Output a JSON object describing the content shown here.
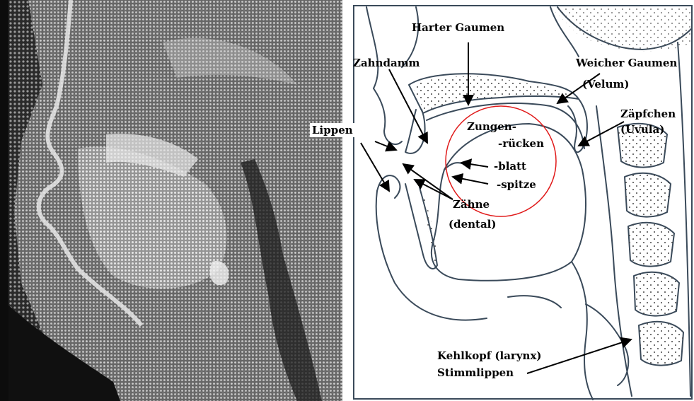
{
  "labels": {
    "harter_gaumen": "Harter Gaumen",
    "zahndamm": "Zahndamm",
    "weicher_gaumen": "Weicher Gaumen",
    "velum": "(Velum)",
    "zaepfchen": "Zäpfchen",
    "uvula": "(Uvula)",
    "lippen": "Lippen",
    "zungen": "Zungen-",
    "ruecken": "-rücken",
    "blatt": "-blatt",
    "spitze": "-spitze",
    "zaehne": "Zähne",
    "dental": "(dental)",
    "kehlkopf": "Kehlkopf (larynx)",
    "stimmlippen": "Stimmlippen"
  },
  "colors": {
    "xray_dark": "#1a1a1a",
    "xray_light": "#cfcfcf",
    "sketch_line": "#3a4a5a",
    "tongue_circle": "#e01a1a",
    "dot": "#444444"
  }
}
